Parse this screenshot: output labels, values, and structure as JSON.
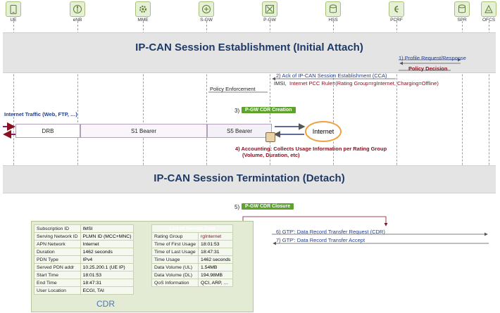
{
  "nodes": [
    {
      "id": "ue",
      "label": "UE",
      "icon": "phone-icon"
    },
    {
      "id": "enb",
      "label": "eNB",
      "icon": "antenna-icon"
    },
    {
      "id": "mme",
      "label": "MME",
      "icon": "gear-icon"
    },
    {
      "id": "sgw",
      "label": "S-GW",
      "icon": "router-icon"
    },
    {
      "id": "pgw",
      "label": "P-GW",
      "icon": "router-cross-icon"
    },
    {
      "id": "hss",
      "label": "HSS",
      "icon": "database-icon"
    },
    {
      "id": "pcrf",
      "label": "PCRF",
      "icon": "policy-icon"
    },
    {
      "id": "spr",
      "label": "SPR",
      "icon": "db-icon"
    },
    {
      "id": "ofcs",
      "label": "OFCS",
      "icon": "charging-icon"
    }
  ],
  "banners": {
    "attach": "IP-CAN Session Establishment (Initial Attach)",
    "detach": "IP-CAN Session Termintation (Detach)"
  },
  "messages": {
    "m1": "1) Profile Request/Response",
    "policy_decision": "Policy Decision",
    "m2": "2) Ack of IP-CAN Session Establishment (CCA)",
    "imsi_prefix": "IMSI,",
    "m2_detail": "Internet PCC Rule=(Rating Group=rgInternet, Charging=Offline)",
    "policy_enforcement": "Policy Enforcement",
    "m3_num": "3)",
    "m3_badge": "P-GW CDR Creation",
    "traffic": "Internet Traffic (Web, FTP, …)",
    "m4": "4) Accounting: Collects Usage Information per Rating Group",
    "m4b": "(Volume, Duration, etc)",
    "m5_num": "5)",
    "m5_badge": "P-GW CDR Closure",
    "m6": "6) GTP': Data Record Transfer Request (CDR)",
    "m7": "7) GTP': Data Record Transfer Accept"
  },
  "bearers": {
    "drb": "DRB",
    "s1": "S1 Bearer",
    "s5": "S5 Bearer",
    "internet": "Internet"
  },
  "cdr": {
    "title": "CDR",
    "fields": [
      {
        "k": "Subscription ID",
        "v": "IMSI"
      },
      {
        "k": "Serving Network ID",
        "v": "PLMN ID (MCC+MNC)"
      },
      {
        "k": "APN Network",
        "v": "Internet"
      },
      {
        "k": "Duration",
        "v": "1462 seconds"
      },
      {
        "k": "PDN Type",
        "v": "IPv4"
      },
      {
        "k": "Served PDN addr",
        "v": "10.25.200.1 (UE IP)"
      },
      {
        "k": "Start Time",
        "v": "18:01:53"
      },
      {
        "k": "End Time",
        "v": "18:47:31"
      },
      {
        "k": "User Location",
        "v": "ECGI, TAI"
      }
    ],
    "sdf_title": "List of Service Data",
    "sdf": [
      {
        "k": "Rating Group",
        "v": "rgInternet"
      },
      {
        "k": "Time of First Usage",
        "v": "18:01:53"
      },
      {
        "k": "Time of Last Usage",
        "v": "18:47:31"
      },
      {
        "k": "Time Usage",
        "v": "1462 seconds"
      },
      {
        "k": "Data Volume (UL)",
        "v": "1.54MB"
      },
      {
        "k": "Data Volume (DL)",
        "v": "194.98MB"
      },
      {
        "k": "QoS Information",
        "v": "QCI, ARP, …"
      }
    ]
  },
  "colors": {
    "accent": "#1e3a66",
    "green": "#5ca22d",
    "red": "#8a1020",
    "arrow": "#8b1a6b"
  }
}
